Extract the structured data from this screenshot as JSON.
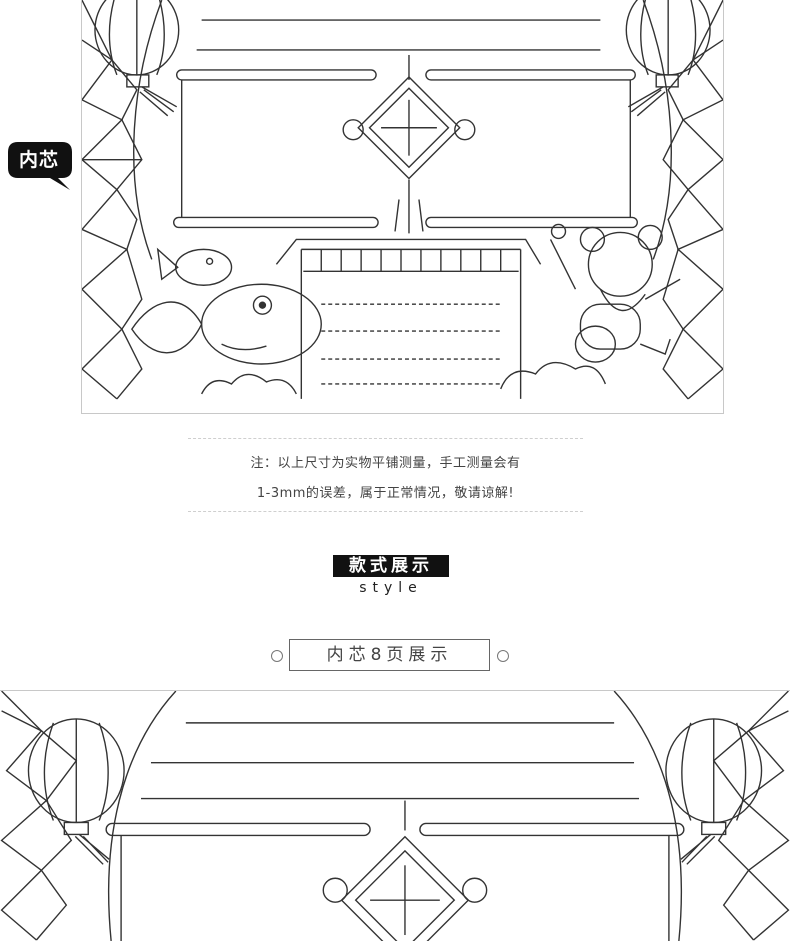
{
  "badge": {
    "label": "内芯"
  },
  "note": {
    "line1": "注：以上尺寸为实物平铺测量，手工测量会有",
    "line2": "1-3mm的误差，属于正常情况，敬请谅解!"
  },
  "style_section": {
    "title": "款式展示",
    "subtitle": "style"
  },
  "pages_label": "内芯8页展示",
  "colors": {
    "line": "#333333",
    "badge": "#111111",
    "border": "#c8c8c8"
  },
  "icons": [
    "speech-bubble-icon",
    "circle-ring-icon"
  ]
}
